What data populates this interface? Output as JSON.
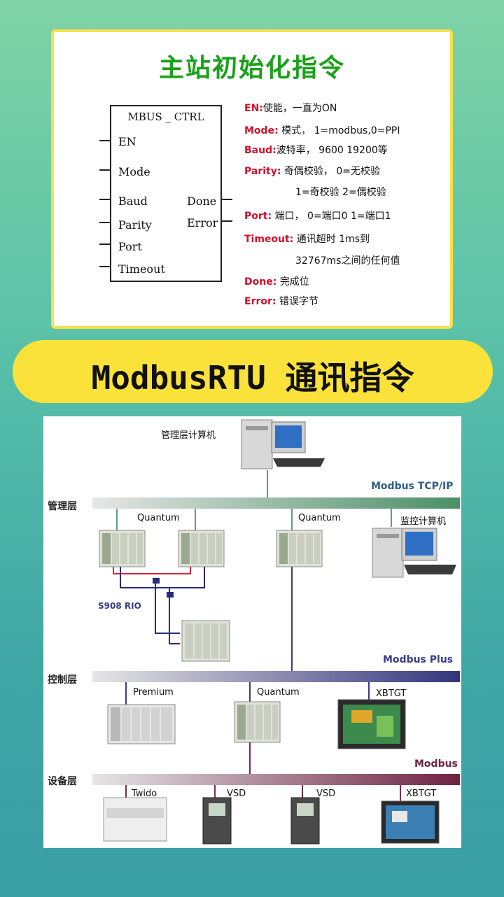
{
  "card": {
    "title": "主站初始化指令",
    "block": {
      "name": "MBUS _ CTRL",
      "inputs": [
        "EN",
        "Mode",
        "Baud",
        "Parity",
        "Port",
        "Timeout"
      ],
      "outputs": [
        "Done",
        "Error"
      ]
    },
    "descriptions": [
      {
        "key": "EN:",
        "text": "使能，一直为ON"
      },
      {
        "key": "Mode:",
        "text": " 模式， 1=modbus,0=PPI"
      },
      {
        "key": "Baud:",
        "text": "波特率， 9600  19200等"
      },
      {
        "key": "Parity:",
        "text": " 奇偶校验， 0=无校验"
      },
      {
        "key": "",
        "text": "1=奇校验 2=偶校验"
      },
      {
        "key": "Port:",
        "text": " 端口， 0=端口0 1=端口1"
      },
      {
        "key": "Timeout:",
        "text": " 通讯超时   1ms到"
      },
      {
        "key": "",
        "text": "32767ms之间的任何值"
      },
      {
        "key": "Done:",
        "text": " 完成位"
      },
      {
        "key": "Error:",
        "text": " 错误字节"
      }
    ]
  },
  "banner": {
    "text": "ModbusRTU 通讯指令"
  },
  "network": {
    "top_computer": "管理层计算机",
    "layer_mgmt": "管理层",
    "layer_ctrl": "控制层",
    "layer_dev": "设备层",
    "net_tcp": "Modbus TCP/IP",
    "net_plus": "Modbus Plus",
    "net_modbus": "Modbus",
    "mgmt_nodes": [
      "Quantum",
      "Quantum",
      "监控计算机"
    ],
    "rio": "S908 RIO",
    "ctrl_nodes": [
      "Premium",
      "Quantum",
      "XBTGT"
    ],
    "dev_nodes": [
      "Twido",
      "VSD",
      "VSD",
      "XBTGT"
    ],
    "colors": {
      "tcp_bus": "#5e9e78",
      "plus_bus": "#3a3a88",
      "modbus_bus": "#7a2a4a",
      "rio_red": "#d8263a",
      "rio_blue": "#2b2b80"
    }
  }
}
